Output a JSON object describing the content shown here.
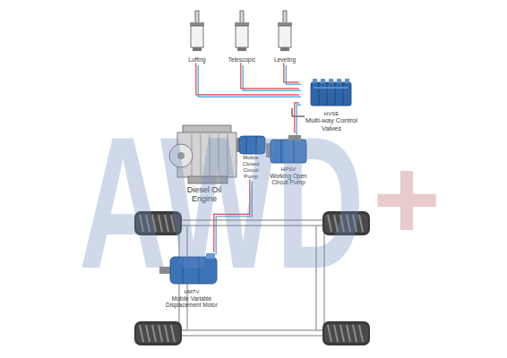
{
  "diagram": {
    "nodes": [
      {
        "text": [
          "Luffing"
        ]
      },
      {
        "text": [
          "Telescopic"
        ]
      },
      {
        "text": [
          "Leveling"
        ]
      },
      {
        "text": [
          "HVSE",
          "Multi-way Control Valves"
        ]
      },
      {
        "text": [
          "Diesel Oil Engine"
        ]
      },
      {
        "text": [
          "Mobile Closed Circuit Pump"
        ]
      },
      {
        "text": [
          "HPSV",
          "Working Open Circuit Pump"
        ]
      },
      {
        "text": [
          "HMTV",
          "Mobile Variable Displacement Motor"
        ]
      }
    ],
    "edges": [
      {
        "from": 0,
        "to": 3,
        "arrow": "none"
      },
      {
        "from": 1,
        "to": 3,
        "arrow": "none"
      },
      {
        "from": 2,
        "to": 3,
        "arrow": "none"
      },
      {
        "from": 3,
        "to": 6,
        "arrow": "none"
      },
      {
        "from": 5,
        "to": 7,
        "arrow": "none"
      }
    ],
    "labels": [
      "AWD",
      "+"
    ]
  }
}
